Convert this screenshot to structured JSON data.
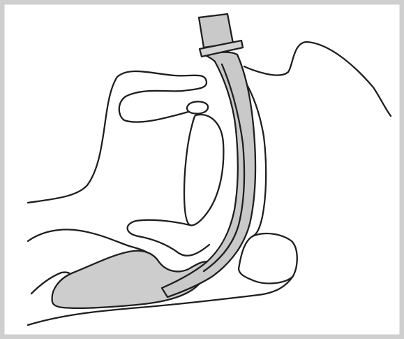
{
  "diagram": {
    "colors": {
      "line": "#1f1f1f",
      "tube_fill": "#c9c9c9",
      "cuff_fill": "#cdcdcd",
      "cavity_fill": "#ffffff",
      "border": "#cfcfcf",
      "background": "#ffffff"
    },
    "parts": [
      "head-outline",
      "nasal-passage",
      "oral-cavity",
      "tongue",
      "throat-wall",
      "breathing-tube",
      "tube-connector",
      "tube-flange",
      "tube-cuff"
    ]
  }
}
